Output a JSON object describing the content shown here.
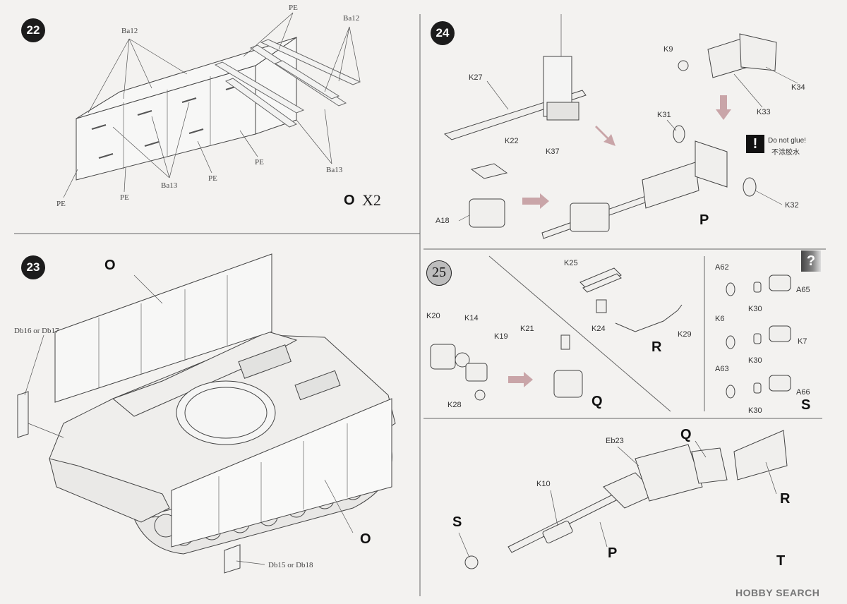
{
  "steps": {
    "s22": "22",
    "s23": "23",
    "s24": "24",
    "s25": "25"
  },
  "step22": {
    "labels": {
      "pe_top": "PE",
      "ba12_left": "Ba12",
      "ba12_right": "Ba12",
      "ba13_left": "Ba13",
      "ba13_right": "Ba13",
      "pe_a": "PE",
      "pe_b": "PE",
      "pe_c": "PE",
      "pe_d": "PE"
    },
    "sub_letter": "O",
    "multiplier": "X2"
  },
  "step23": {
    "labels": {
      "o_top": "O",
      "o_bottom": "O",
      "db_top": "Db16 or Db17",
      "db_bottom": "Db15 or Db18"
    }
  },
  "step24": {
    "labels": {
      "k9": "K9",
      "k27": "K27",
      "k34": "K34",
      "k33": "K33",
      "k31": "K31",
      "k22": "K22",
      "k37": "K37",
      "a18": "A18",
      "k32": "K32"
    },
    "warning_icon": "!",
    "note_en": "Do not glue!",
    "note_ja": "不涂胶水",
    "sub_letter": "P"
  },
  "step25": {
    "labels": {
      "k25": "K25",
      "k24": "K24",
      "k29": "K29",
      "k20": "K20",
      "k14": "K14",
      "k19": "K19",
      "k21": "K21",
      "k28": "K28",
      "a62": "A62",
      "a65": "A65",
      "k30a": "K30",
      "k6": "K6",
      "k7": "K7",
      "k30b": "K30",
      "a63": "A63",
      "a66": "A66",
      "k30c": "K30"
    },
    "letters": {
      "r": "R",
      "q": "Q",
      "s": "S"
    },
    "question_icon": "?"
  },
  "final": {
    "labels": {
      "eb23": "Eb23",
      "k10": "K10"
    },
    "letters": {
      "q": "Q",
      "r": "R",
      "s": "S",
      "p": "P",
      "t": "T"
    }
  },
  "watermark": "HOBBY SEARCH",
  "colors": {
    "arrow": "#c9a5a8",
    "line": "#555555",
    "part": "#e9e8e6"
  }
}
